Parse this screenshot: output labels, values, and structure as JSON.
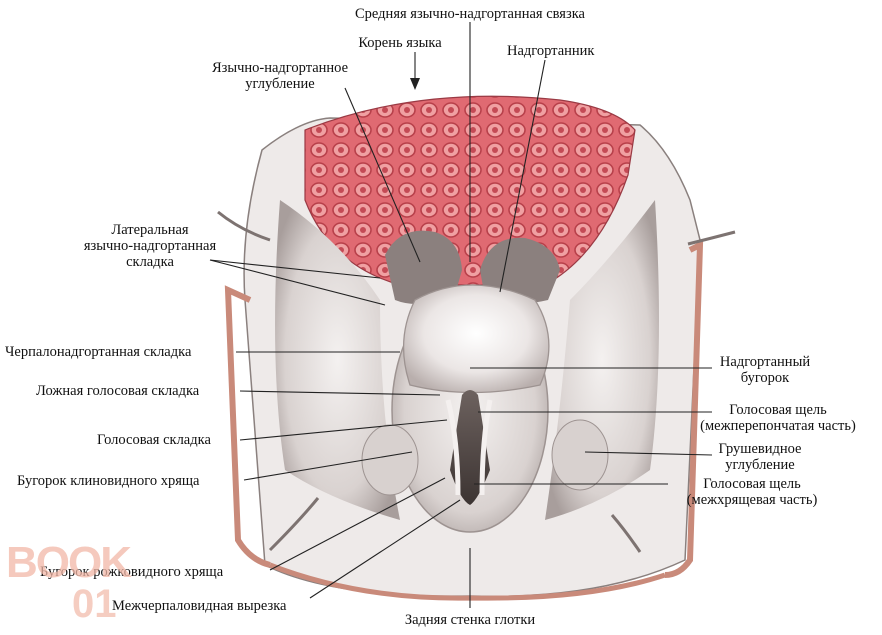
{
  "labels": {
    "median_ligament": "Средняя язычно-надгортанная связка",
    "tongue_root": "Корень языка",
    "epiglottis": "Надгортанник",
    "vallecula_1": "Язычно-надгортанное",
    "vallecula_2": "углубление",
    "lateral_fold_1": "Латеральная",
    "lateral_fold_2": "язычно-надгортанная",
    "lateral_fold_3": "складка",
    "aryepiglottic_fold": "Черпалонадгортанная складка",
    "false_vocal_fold": "Ложная голосовая складка",
    "vocal_fold": "Голосовая складка",
    "cuneiform_tubercle": "Бугорок клиновидного хряща",
    "corniculate_tubercle": "Бугорок рожковидного хряща",
    "interarytenoid_notch": "Межчерпаловидная вырезка",
    "posterior_wall": "Задняя стенка глотки",
    "epiglottic_tubercle_1": "Надгортанный",
    "epiglottic_tubercle_2": "бугорок",
    "glottis_membranous_1": "Голосовая щель",
    "glottis_membranous_2": "(межперепончатая часть)",
    "piriform_recess_1": "Грушевидное",
    "piriform_recess_2": "углубление",
    "glottis_cartilaginous_1": "Голосовая щель",
    "glottis_cartilaginous_2": "(межхрящевая часть)"
  },
  "watermark": {
    "line1": "BOOK",
    "line2": "01"
  },
  "colors": {
    "tongue": "#e06a72",
    "tissue": "#e9e4e2",
    "shadow": "#8f8583",
    "wall": "#c98a7a",
    "leader": "#222222"
  }
}
